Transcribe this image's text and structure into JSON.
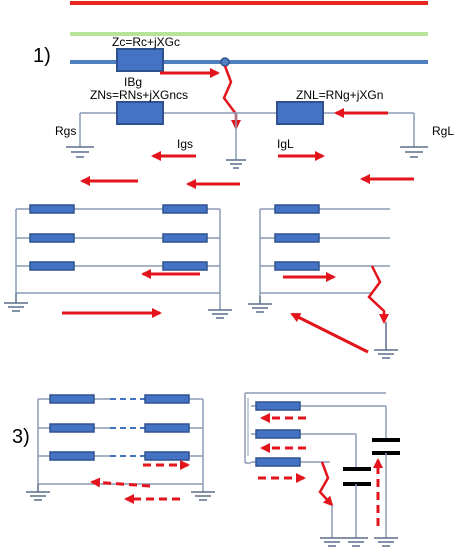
{
  "colors": {
    "red_line": "#e8261e",
    "green_line": "#b7e39a",
    "blue_line": "#4f7fbf",
    "impedance_fill": "#4472c4",
    "impedance_stroke": "#2f528f",
    "wire": "#8a9bb5",
    "arrow": "#e3141b",
    "ground": "#5b6d8a",
    "capacitor": "#000000"
  },
  "labels": {
    "section_1": "1)",
    "section_3": "3)",
    "zc": "Zc=Rc+jXGc",
    "zns": "ZNs=RNs+jXGncs",
    "znl": "ZNL=RNg+jXGn",
    "ibg": "IBg",
    "igs": "Igs",
    "igl": "IgL",
    "rgs": "Rgs",
    "rgl": "RgL"
  }
}
